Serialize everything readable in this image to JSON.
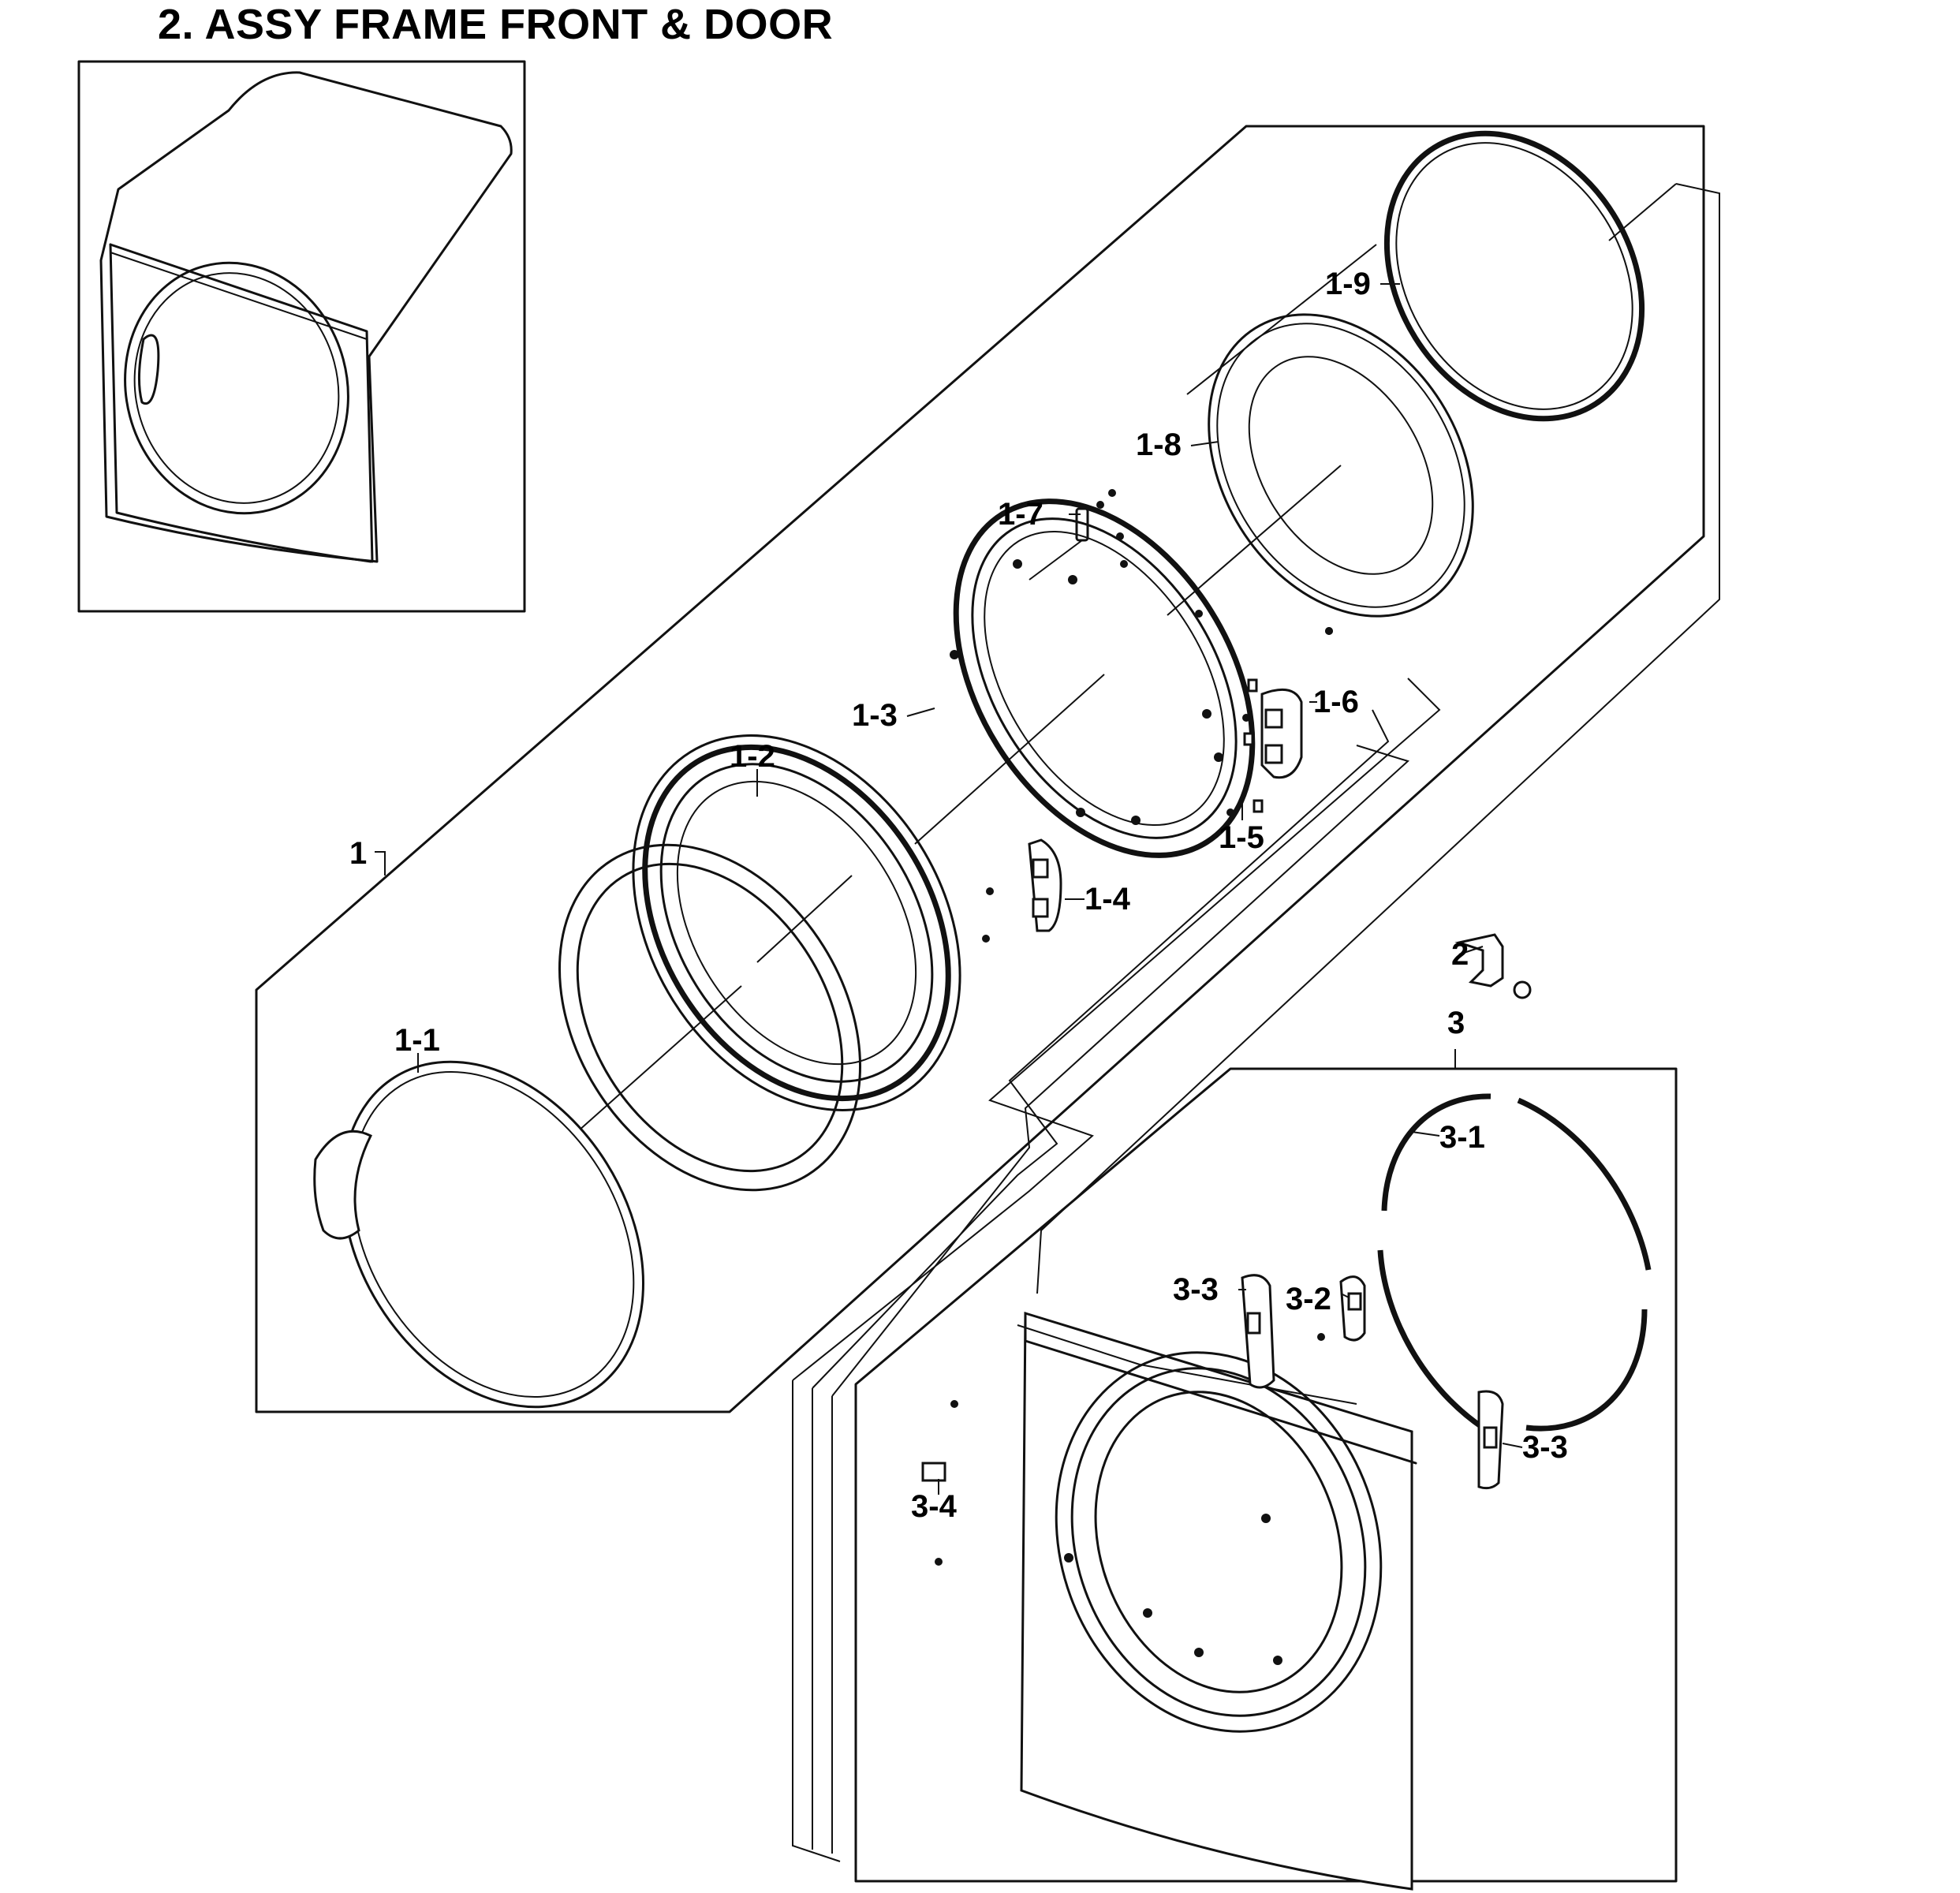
{
  "title": "2. ASSY FRAME FRONT & DOOR",
  "callouts": {
    "c1": "1",
    "c1_1": "1-1",
    "c1_2": "1-2",
    "c1_3": "1-3",
    "c1_4": "1-4",
    "c1_5": "1-5",
    "c1_6": "1-6",
    "c1_7": "1-7",
    "c1_8": "1-8",
    "c1_9": "1-9",
    "c2": "2",
    "c3": "3",
    "c3_1": "3-1",
    "c3_2": "3-2",
    "c3_3a": "3-3",
    "c3_3b": "3-3",
    "c3_4": "3-4"
  }
}
